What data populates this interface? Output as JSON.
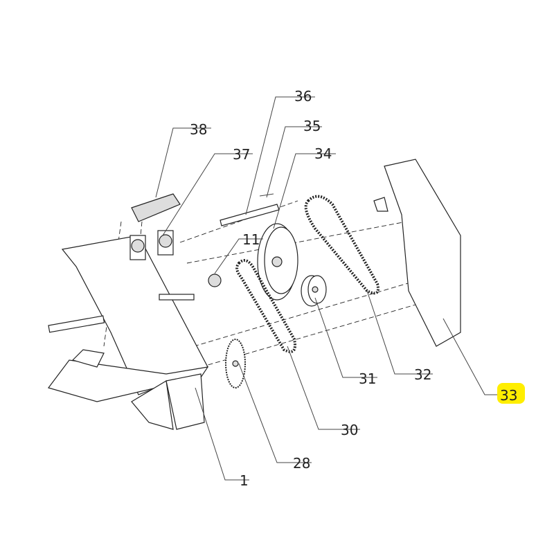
{
  "diagram": {
    "type": "exploded-parts-view",
    "highlight_color": "#ffee00",
    "highlighted_part": "33",
    "parts": [
      {
        "id": "frame",
        "label": "1"
      },
      {
        "id": "small-sprocket",
        "label": "11"
      },
      {
        "id": "large-sprocket",
        "label": "28"
      },
      {
        "id": "chain",
        "label": "30"
      },
      {
        "id": "small-pulley",
        "label": "31"
      },
      {
        "id": "v-belt",
        "label": "32"
      },
      {
        "id": "belt-guard",
        "label": "33"
      },
      {
        "id": "large-pulley",
        "label": "34"
      },
      {
        "id": "key",
        "label": "35"
      },
      {
        "id": "shaft",
        "label": "36"
      },
      {
        "id": "pillow-block-bearing",
        "label": "37"
      },
      {
        "id": "bearing-cover",
        "label": "38"
      }
    ]
  }
}
